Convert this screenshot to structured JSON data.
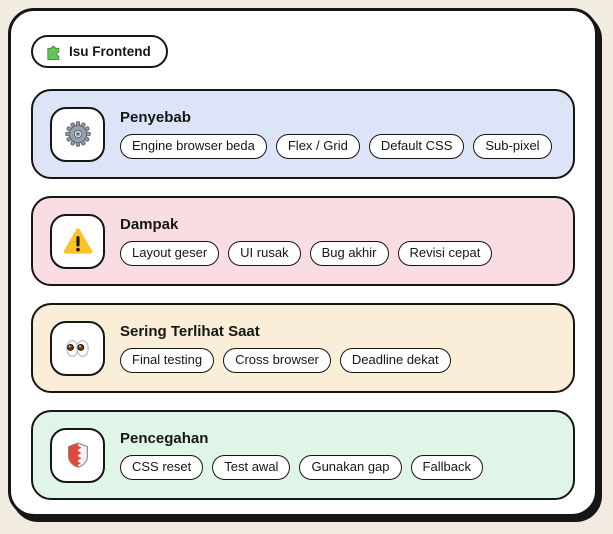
{
  "header": {
    "chip_label": "Isu Frontend",
    "chip_icon": "puzzle-icon"
  },
  "cards": [
    {
      "title": "Penyebab",
      "icon": "gear-icon",
      "bg": "#dde4f8",
      "tags": [
        "Engine browser beda",
        "Flex / Grid",
        "Default CSS",
        "Sub-pixel"
      ]
    },
    {
      "title": "Dampak",
      "icon": "warning-icon",
      "bg": "#f9dde2",
      "tags": [
        "Layout geser",
        "UI rusak",
        "Bug akhir",
        "Revisi cepat"
      ]
    },
    {
      "title": "Sering Terlihat Saat",
      "icon": "eyes-icon",
      "bg": "#faeed9",
      "tags": [
        "Final testing",
        "Cross browser",
        "Deadline dekat"
      ]
    },
    {
      "title": "Pencegahan",
      "icon": "shield-icon",
      "bg": "#e1f4e8",
      "tags": [
        "CSS reset",
        "Test awal",
        "Gunakan gap",
        "Fallback"
      ]
    }
  ],
  "colors": {
    "page_background": "#f2ebe1",
    "board_background": "#ffffff",
    "outline": "#161616",
    "card_blue": "#dde4f8",
    "card_pink": "#f9dde2",
    "card_peach": "#faeed9",
    "card_green": "#e1f4e8",
    "puzzle_green": "#6abf5e",
    "gear_grey": "#97a1ac",
    "warning_yellow": "#fcc22d",
    "eye_pupil_brown": "#6e3f14",
    "shield_red": "#df4a3e"
  }
}
